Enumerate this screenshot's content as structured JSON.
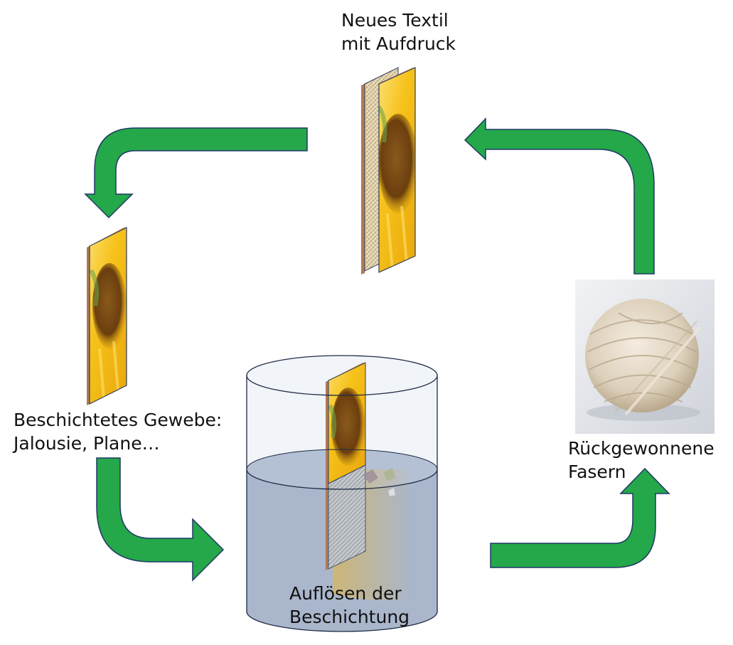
{
  "colors": {
    "arrow_fill": "#24a84a",
    "arrow_stroke": "#1f3864",
    "water": "#a9b6cc",
    "glass": "#eef1f6",
    "sunflower_yellow": "#f6c21a",
    "sunflower_center": "#7a4a12",
    "frame_edge": "#c8906b",
    "fabric": "#d9c9a3"
  },
  "nodes": {
    "new_textile": {
      "line1": "Neues Textil",
      "line2": "mit Aufdruck"
    },
    "coated_fabric": {
      "line1": "Beschichtetes Gewebe:",
      "line2": "Jalousie, Plane…"
    },
    "dissolve": {
      "line1": "Auflösen der",
      "line2": "Beschichtung"
    },
    "recovered": {
      "line1": "Rückgewonnene",
      "line2": "Fasern"
    }
  },
  "arrows": [
    {
      "from": "new_textile",
      "to": "coated_fabric"
    },
    {
      "from": "coated_fabric",
      "to": "dissolve"
    },
    {
      "from": "dissolve",
      "to": "recovered"
    },
    {
      "from": "recovered",
      "to": "new_textile"
    }
  ]
}
